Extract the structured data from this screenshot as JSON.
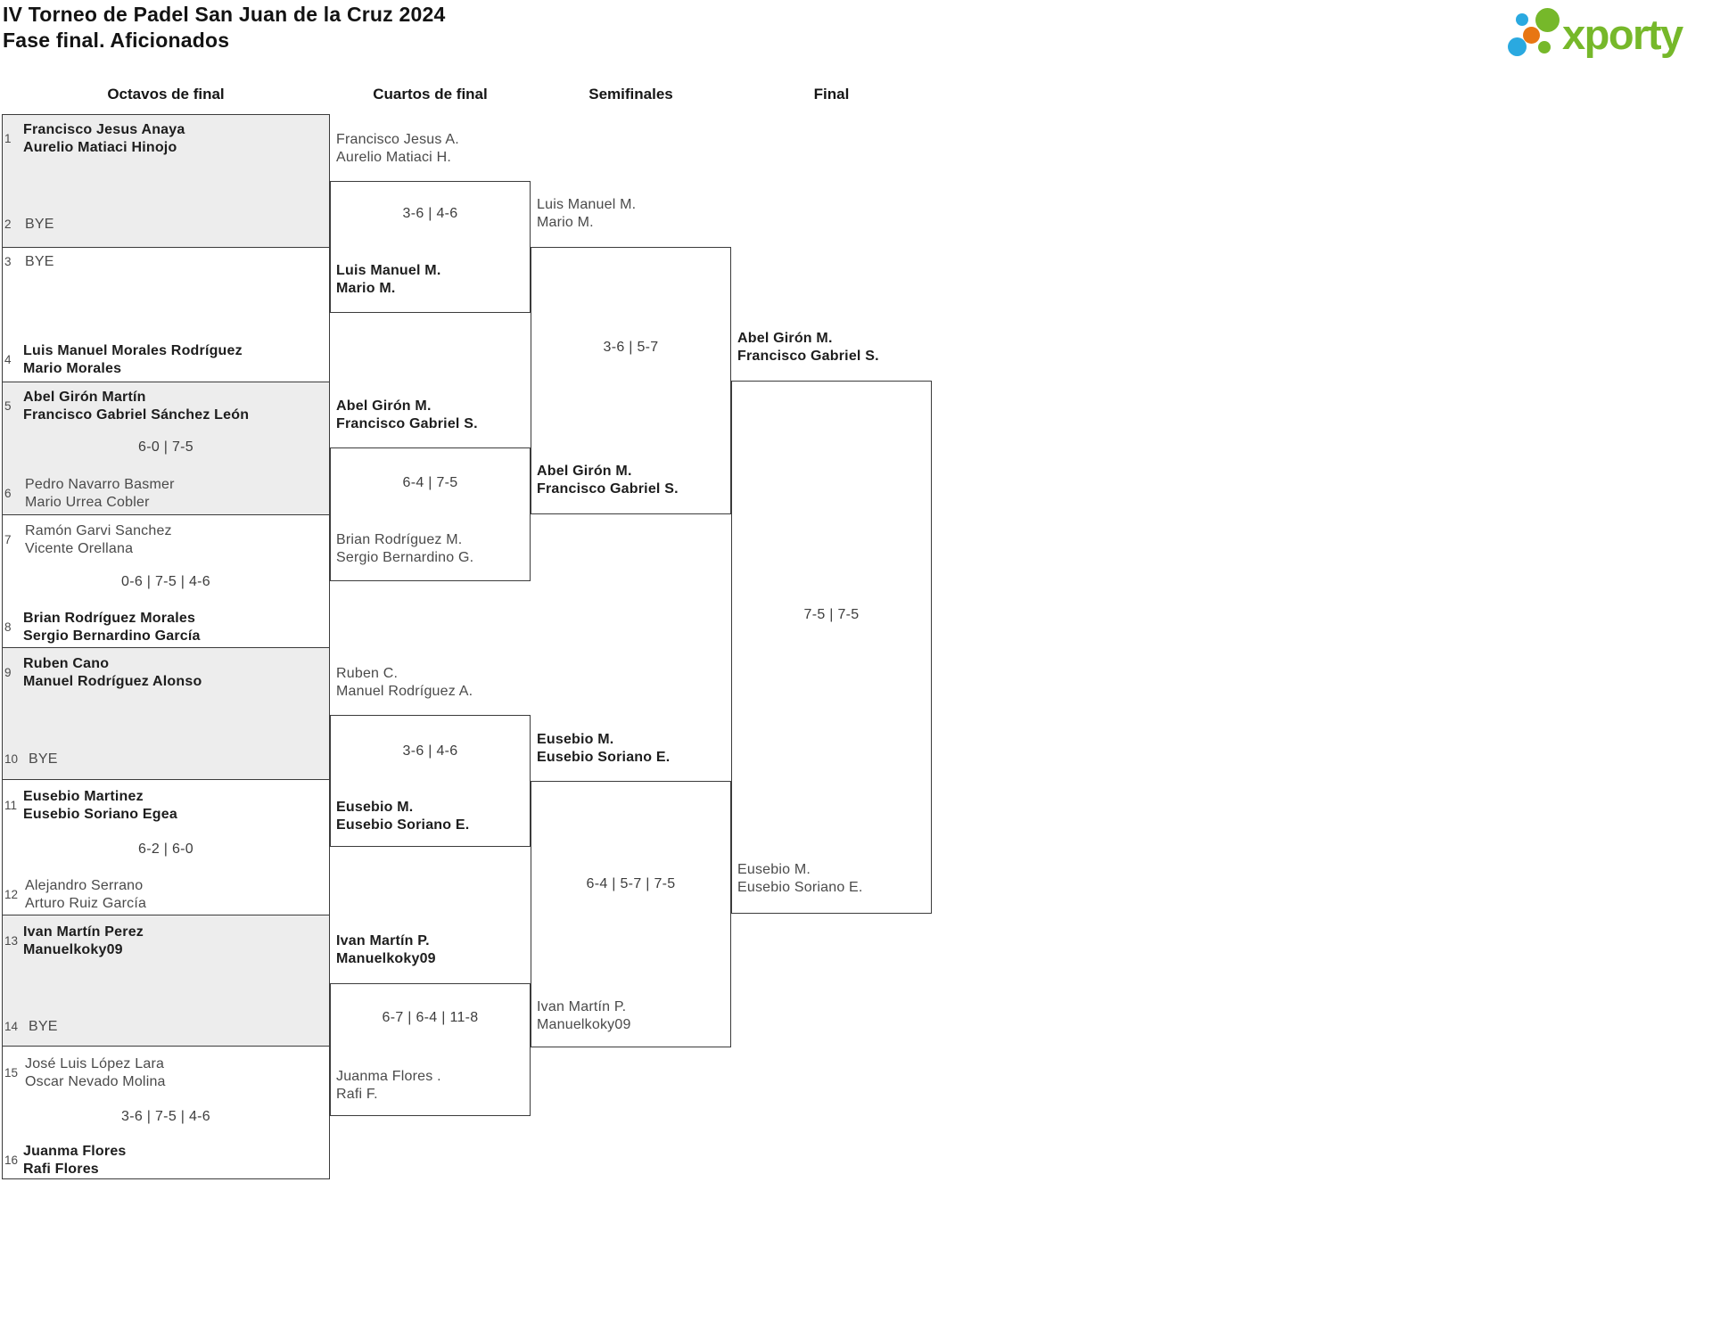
{
  "page": {
    "title_line1": "IV Torneo de Padel San Juan de la Cruz 2024",
    "title_line2": "Fase final. Aficionados",
    "logo_text": "xporty"
  },
  "columns": [
    "Octavos de final",
    "Cuartos de final",
    "Semifinales",
    "Final"
  ],
  "colors": {
    "logo_green": "#76b82a",
    "logo_blue": "#2aa9e0",
    "logo_orange": "#e87612",
    "shade_fill": "#ededed",
    "line": "#3b3b3b"
  },
  "rounds": {
    "octavos": [
      {
        "seed1": "1",
        "team1": [
          "Francisco Jesus Anaya",
          "Aurelio Matiaci Hinojo"
        ],
        "seed2": "2",
        "team2": [
          "BYE"
        ],
        "score": ""
      },
      {
        "seed1": "3",
        "team1": [
          "BYE"
        ],
        "seed2": "4",
        "team2": [
          "Luis Manuel Morales Rodríguez",
          "Mario Morales"
        ],
        "score": ""
      },
      {
        "seed1": "5",
        "team1": [
          "Abel Girón Martín",
          "Francisco Gabriel Sánchez León"
        ],
        "seed2": "6",
        "team2": [
          "Pedro Navarro Basmer",
          "Mario Urrea Cobler"
        ],
        "score": "6-0 | 7-5"
      },
      {
        "seed1": "7",
        "team1": [
          "Ramón Garvi Sanchez",
          "Vicente Orellana"
        ],
        "seed2": "8",
        "team2": [
          "Brian Rodríguez Morales",
          "Sergio Bernardino García"
        ],
        "score": "0-6 | 7-5 | 4-6"
      },
      {
        "seed1": "9",
        "team1": [
          "Ruben Cano",
          "Manuel Rodríguez Alonso"
        ],
        "seed2": "10",
        "team2": [
          "BYE"
        ],
        "score": ""
      },
      {
        "seed1": "11",
        "team1": [
          "Eusebio Martinez",
          "Eusebio Soriano Egea"
        ],
        "seed2": "12",
        "team2": [
          "Alejandro Serrano",
          "Arturo Ruiz García"
        ],
        "score": "6-2 | 6-0"
      },
      {
        "seed1": "13",
        "team1": [
          "Ivan Martín Perez",
          "Manuelkoky09"
        ],
        "seed2": "14",
        "team2": [
          "BYE"
        ],
        "score": ""
      },
      {
        "seed1": "15",
        "team1": [
          "José Luis López Lara",
          "Oscar Nevado Molina"
        ],
        "seed2": "16",
        "team2": [
          "Juanma Flores",
          "Rafi Flores"
        ],
        "score": "3-6 | 7-5 | 4-6"
      }
    ],
    "cuartos": [
      {
        "team1": [
          "Francisco Jesus A.",
          "Aurelio Matiaci H."
        ],
        "team2": [
          "Luis Manuel M.",
          "Mario M."
        ],
        "score": "3-6 | 4-6"
      },
      {
        "team1": [
          "Abel Girón M.",
          "Francisco Gabriel S."
        ],
        "team2": [
          "Brian Rodríguez M.",
          "Sergio Bernardino G."
        ],
        "score": "6-4 | 7-5"
      },
      {
        "team1": [
          "Ruben C.",
          "Manuel Rodríguez A."
        ],
        "team2": [
          "Eusebio M.",
          "Eusebio Soriano E."
        ],
        "score": "3-6 | 4-6"
      },
      {
        "team1": [
          "Ivan Martín P.",
          "Manuelkoky09"
        ],
        "team2": [
          "Juanma Flores .",
          "Rafi F."
        ],
        "score": "6-7 | 6-4 | 11-8"
      }
    ],
    "semifinales": [
      {
        "team1": [
          "Luis Manuel M.",
          "Mario M."
        ],
        "team2": [
          "Abel Girón M.",
          "Francisco Gabriel S."
        ],
        "score": "3-6 | 5-7"
      },
      {
        "team1": [
          "Eusebio M.",
          "Eusebio Soriano E."
        ],
        "team2": [
          "Ivan Martín P.",
          "Manuelkoky09"
        ],
        "score": "6-4 | 5-7 | 7-5"
      }
    ],
    "final": [
      {
        "team1": [
          "Abel Girón M.",
          "Francisco Gabriel S."
        ],
        "team2": [
          "Eusebio M.",
          "Eusebio Soriano E."
        ],
        "score": "7-5 | 7-5"
      }
    ]
  }
}
